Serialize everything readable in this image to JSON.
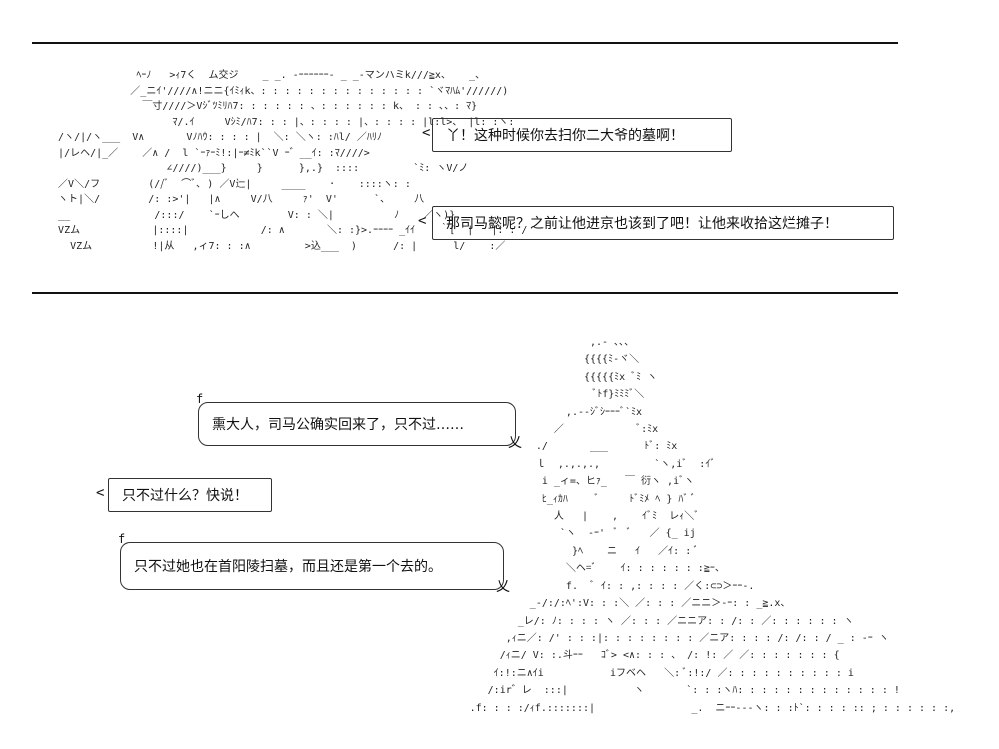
{
  "panel1": {
    "art_lines": [
      "                ﾍｰﾉ   >ｨ7く  ム交ジ    _ _. -ｰｰｰｰｰｰ- _ _-マンハミk///≧x、   _、",
      "               ／_ニｲ'////∧!ニニ{ｲﾐｨk、: : : : : : : : : : : : : : `ヾﾏﾊﾑ'//////)",
      "                 ￣寸////＞Vｼﾞﾂﾐﾘﾊ7: : : : : : 、: : : : : : k、 : : ､、: ﾏ}",
      "                      ﾏ/.ｲ     Vｼﾐ/ﾊ7: : : |、: : : : |、: : : : |l:l>、 |l: :ヽ:",
      "   /ヽ/|/ヽ___  V∧       Vﾉﾊｳ: : : : |  ＼: ＼ヽ: :ﾊl/ ／ﾊﾘﾉ",
      "   |/レヘ/|_／    ／∧ /  l `ｰｧｰﾐ!:|ｰ≠ﾐk``V ｰ゛__ｲ: :ﾏ////>",
      "                     ∠////)___}     }      },.}  ::::         `ﾐ: ヽV/ノ",
      "   ／V＼/フ        (//ﾞ  ⌒ﾞ､ ) ／V辷|     ____    ･    ::::ヽ: :",
      "   ヽト|＼/        /: :>'|   |∧     V/八     ｧ'  V'      `、    八",
      "   __              /:::/    `ｰしへ        V: : ＼|          ﾉ    ／ヽ)}",
      "   VZム            |::::|            /: ∧       ＼: :}>.ｰｰｰｰ _ｲｲ    ｀[  |   |: : /",
      "     VZム          !|从   ,ィ7: : :∧         >込___  )      /: |      l/    :／"
    ],
    "bubble_yoke": {
      "text": "丫！这种时候你去扫你二大爷的墓啊！",
      "tail": "<"
    },
    "bubble_longer": {
      "text": "那司马懿呢？之前让他进京也该到了吧！让他来收拾这烂摊子！",
      "tail": "<"
    }
  },
  "panel2": {
    "art_lines": [
      "                                                                                                  ,.- ､､、",
      "                                                                                                 {{{{ﾐ‐ヾ＼",
      "                                                                                                 {{{{{ﾐx ﾞﾐ ヽ",
      "                                                                                                   ﾞﾄf}ﾐﾐﾐﾞ＼",
      "                                                                                              ,.--ｼﾞｼｰｰｰﾞ`ﾐx",
      "                                                                                            ／            ﾞ:ﾐx",
      "                                                                                         ./       ___      ﾄﾞ: ﾐx",
      "                                                                                         ｌ  ,.,.,.,         `ヽ,iﾞ  :ｲﾞ",
      "                                                                                          i _ィ=、ヒｧ_   ￣ 衍ヽ ,iﾞヽ",
      "                                                                                          ﾋ_ｨｶﾊ     ﾞ     ﾄﾞﾐﾒ ﾍ } ﾊﾞ ﾞ",
      "                                                                                            人   |    ,    ｲﾞﾐ  レｨ＼ﾞ",
      "                                                                                             `ヽ  ‐ｰ'  ﾞ  ﾞ   ／ {_ ij",
      "                                                                                               }ﾍ    ニ   ｲ   ／ｲ: : ﾞ",
      "                                                                                              ＼ヘ=ﾞ    ｲ: : : : : : :≧ｰ、",
      "                                                                                              f.  ﾞ ｲ: : ,: : : : ／く:⊂⊃＞ｰｰ-.",
      "                                                                                        _-/:/:ﾍ':V: : :＼ ／: : : ／ニニ＞-ｰ: : _≧.x、",
      "                                                                                      _レ/: ﾉ: : : : ヽ ／: : : ／ニニア: : /: : ／: : : : : : ヽ",
      "                                                                                    ,ｨニ／: /' : : :|: : : : : : : : ／ニア: : : : /: /: : / _ : -ｰ ヽ",
      "                                                                                   /ｨニ/ V: :.斗ｰｰ   ｺﾞ> <∧: : : 、 /: !: ／ ／: : : : : : : {",
      "                                                                                  ｲ:!:ニ∧ｲi           iフベヘ   ＼: ﾞ:!:/ ／: : : : : : : : : : i",
      "                                                                                 /:ir゛レ  :::|           ヽ       `: : :ヽﾊ: : : : : : : : : : : : : !",
      "                                                                              .f: : : :/ｨf.:::::::|                _.  ニｰｰ---ヽ: : :ﾄ`: : : : :: ; : : : : : :,"
    ],
    "bubble_returned": {
      "text": "熏大人，司马公确实回来了，只不过……",
      "top_mark": "f",
      "tail": "乂"
    },
    "bubble_only": {
      "text": "只不过什么？快说！",
      "tail": "<"
    },
    "bubble_tomb": {
      "text": "只不过她也在首阳陵扫墓，而且还是第一个去的。",
      "top_mark": "f",
      "tail": "乂"
    }
  }
}
